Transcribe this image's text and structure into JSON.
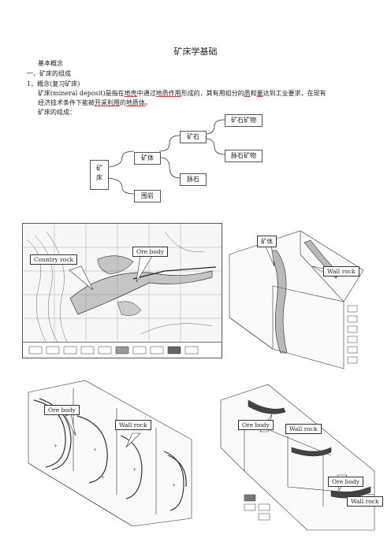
{
  "doc": {
    "title": "矿床学基础",
    "section": "基本概念",
    "sub1": "一、矿床的组成",
    "sub2": "1、概念(复习矿床)",
    "para_l1_a": "矿床(mineral deposit)是指在",
    "para_l1_b": "地壳",
    "para_l1_c": "中通过",
    "para_l1_d": "地质作用",
    "para_l1_e": "形成的，其有用组分的",
    "para_l1_f": "质",
    "para_l1_g": "和",
    "para_l1_h": "量",
    "para_l1_i": "达到工业要求，在现有",
    "para_l2_a": "经济技术条件下能被",
    "para_l2_b": "开采利用",
    "para_l2_c": "的",
    "para_l2_d": "地质体",
    "para_l2_e": "。",
    "composition": "矿床的组成："
  },
  "tree": {
    "root": "矿床",
    "orebody": "矿体",
    "country": "围岩",
    "ore": "矿石",
    "gangue": "脉石",
    "ore_min": "矿石矿物",
    "gangue_min": "脉石矿物"
  },
  "figures": {
    "map_label_country": "Country rock",
    "map_label_ore": "Ore body",
    "block_label_orebody": "矿体",
    "block_label_wall": "Wall rock",
    "c_label_ore": "Ore body",
    "c_label_wall": "Wall rock",
    "d_label_ore1": "Ore body",
    "d_label_wall1": "Wall rock",
    "d_label_ore2": "Ore body",
    "d_label_wall2": "Wall rock"
  }
}
